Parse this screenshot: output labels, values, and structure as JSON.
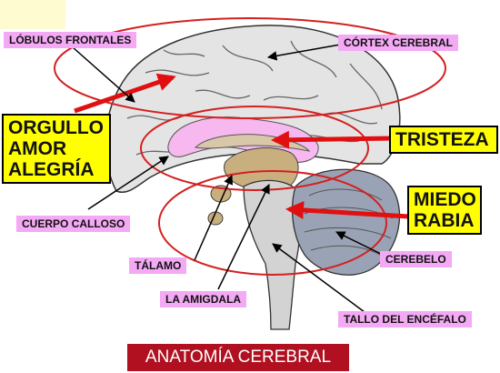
{
  "title": "ANATOMÍA CEREBRAL",
  "labels": {
    "lobulos_frontales": "LÓBULOS FRONTALES",
    "cortex_cerebral": "CÓRTEX CEREBRAL",
    "cuerpo_calloso": "CUERPO CALLOSO",
    "talamo": "TÁLAMO",
    "la_amigdala": "LA AMIGDALA",
    "cerebelo": "CEREBELO",
    "tallo_encefalo": "TALLO DEL ENCÉFALO"
  },
  "emotions": {
    "orgullo": "ORGULLO",
    "amor": "AMOR",
    "alegria": "ALEGRÍA",
    "tristeza": "TRISTEZA",
    "miedo": "MIEDO",
    "rabia": "RABIA"
  },
  "colors": {
    "label_bg": "#f4a9f4",
    "emotion_bg": "#ffff00",
    "ellipse": "#d42020",
    "arrow_red": "#e01010",
    "title_bg": "#b01020",
    "brain_fill": "#e4e4e4",
    "limbic_pink": "#f7b8f0"
  }
}
